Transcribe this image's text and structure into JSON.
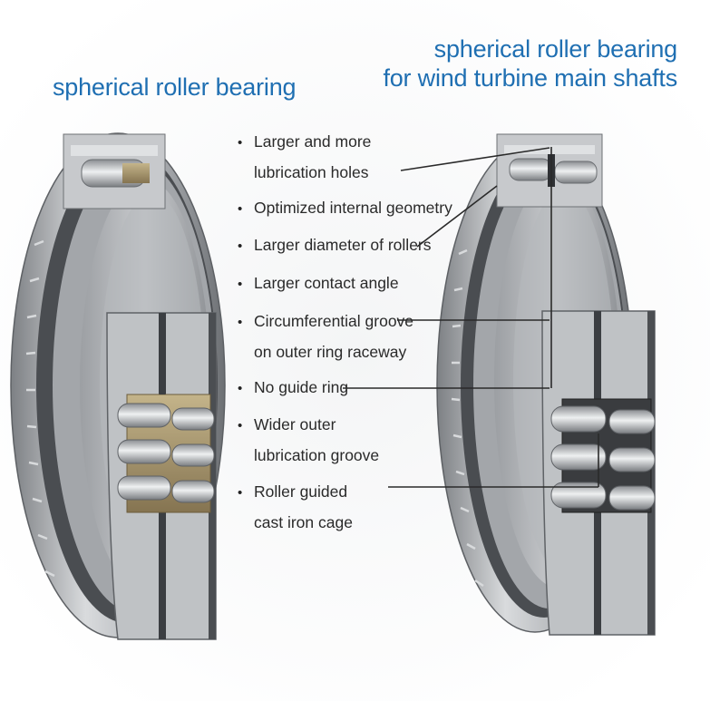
{
  "titles": {
    "left": "spherical roller bearing",
    "right_line1": "spherical roller bearing",
    "right_line2": "for wind turbine main shafts"
  },
  "colors": {
    "title": "#1f6fb2",
    "text": "#2a2a2a",
    "steel": "#b9bcbf",
    "brass_cage": "#a8966a",
    "iron_cage": "#3a3c3f"
  },
  "features": [
    {
      "lines": [
        "Larger and more",
        "lubrication holes"
      ]
    },
    {
      "lines": [
        "Optimized internal geometry"
      ]
    },
    {
      "lines": [
        "Larger diameter of rollers"
      ]
    },
    {
      "lines": [
        "Larger contact angle"
      ]
    },
    {
      "lines": [
        "Circumferential groove",
        "on outer ring raceway"
      ]
    },
    {
      "lines": [
        "No guide ring"
      ]
    },
    {
      "lines": [
        "Wider outer",
        "lubrication groove"
      ]
    },
    {
      "lines": [
        "Roller guided",
        "cast iron cage"
      ]
    }
  ],
  "bullet": "•"
}
